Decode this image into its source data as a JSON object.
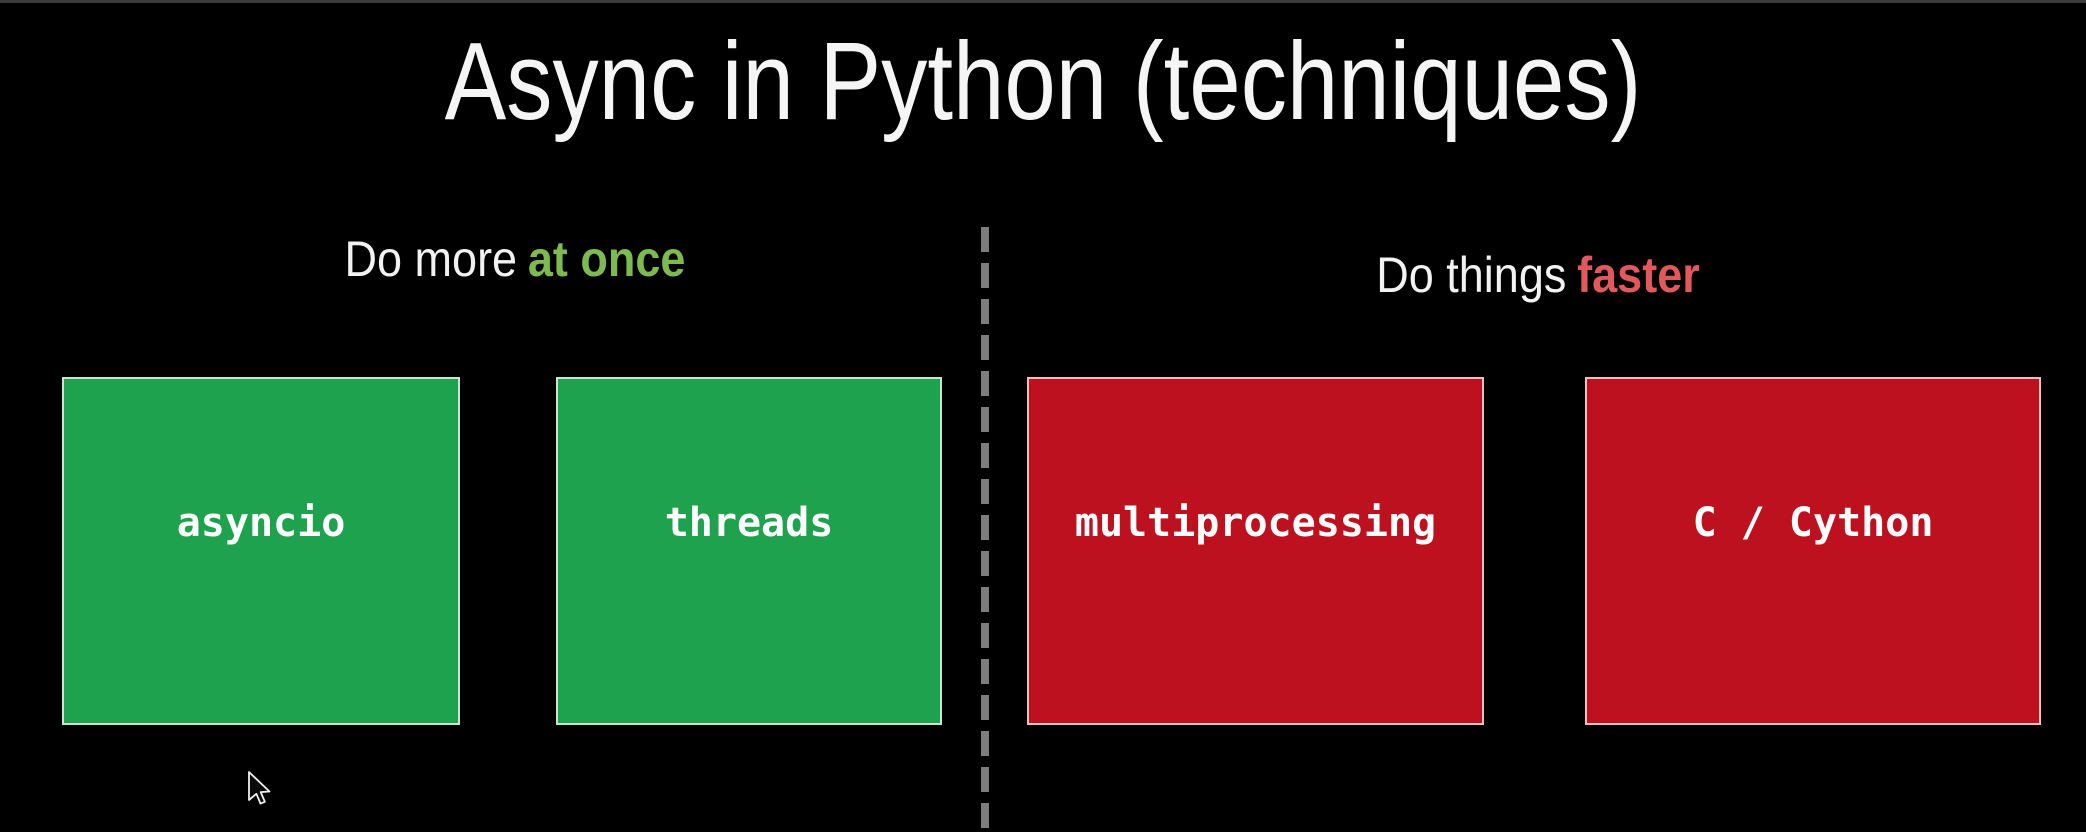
{
  "title": "Async in Python (techniques)",
  "groups": {
    "left": {
      "heading_plain": "Do more",
      "heading_accent": "at once",
      "accent_color": "#7fba50",
      "box_color": "#1ea24d",
      "boxes": [
        {
          "label": "asyncio"
        },
        {
          "label": "threads"
        }
      ]
    },
    "right": {
      "heading_plain": "Do things",
      "heading_accent": "faster",
      "accent_color": "#e2595d",
      "box_color": "#bd1120",
      "boxes": [
        {
          "label": "multiprocessing"
        },
        {
          "label": "C / Cython"
        }
      ]
    }
  },
  "divider_color": "#7d7d7d",
  "cursor_icon": "arrow-pointer-icon",
  "colors": {
    "background": "#000000",
    "title_text": "#f5f5f5",
    "heading_text": "#f2f2f2",
    "box_label_text": "#ffffff",
    "top_strip": "#3a3a3a"
  }
}
